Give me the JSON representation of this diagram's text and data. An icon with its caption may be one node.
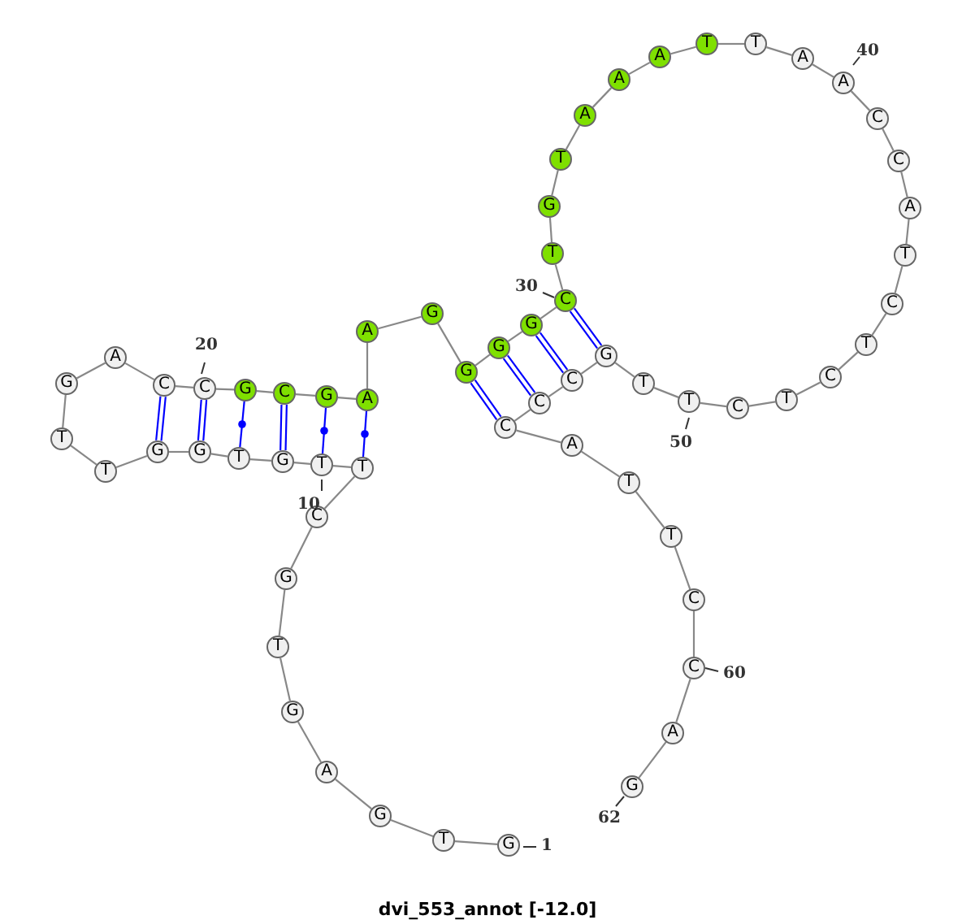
{
  "diagram": {
    "caption": "dvi_553_annot [-12.0]",
    "nodes": [
      {
        "text": [
          "G"
        ],
        "beside": [
          "1"
        ]
      },
      {
        "text": [
          "T"
        ]
      },
      {
        "text": [
          "G"
        ]
      },
      {
        "text": [
          "A"
        ]
      },
      {
        "text": [
          "G"
        ]
      },
      {
        "text": [
          "T"
        ]
      },
      {
        "text": [
          "G"
        ]
      },
      {
        "text": [
          "C"
        ]
      },
      {
        "text": [
          "T"
        ]
      },
      {
        "text": [
          "T"
        ]
      },
      {
        "text": [
          "G"
        ]
      },
      {
        "text": [
          "T"
        ]
      },
      {
        "text": [
          "G"
        ]
      },
      {
        "text": [
          "G"
        ]
      },
      {
        "text": [
          "T"
        ]
      },
      {
        "text": [
          "T"
        ]
      },
      {
        "text": [
          "G"
        ]
      },
      {
        "text": [
          "A"
        ]
      },
      {
        "text": [
          "C"
        ]
      },
      {
        "text": [
          "C"
        ],
        "beside": [
          "20"
        ]
      },
      {
        "text": [
          "G"
        ]
      },
      {
        "text": [
          "C"
        ]
      },
      {
        "text": [
          "G"
        ]
      },
      {
        "text": [
          "A"
        ]
      },
      {
        "text": [
          "A"
        ]
      },
      {
        "text": [
          "G"
        ]
      },
      {
        "text": [
          "G"
        ]
      },
      {
        "text": [
          "G"
        ]
      },
      {
        "text": [
          "G"
        ]
      },
      {
        "text": [
          "C"
        ],
        "beside": [
          "30"
        ]
      },
      {
        "text": [
          "T"
        ]
      },
      {
        "text": [
          "G"
        ]
      },
      {
        "text": [
          "T"
        ]
      },
      {
        "text": [
          "A"
        ]
      },
      {
        "text": [
          "A"
        ]
      },
      {
        "text": [
          "A"
        ]
      },
      {
        "text": [
          "T"
        ]
      },
      {
        "text": [
          "T"
        ]
      },
      {
        "text": [
          "A"
        ]
      },
      {
        "text": [
          "A"
        ],
        "beside": [
          "40"
        ]
      },
      {
        "text": [
          "C"
        ]
      },
      {
        "text": [
          "C"
        ]
      },
      {
        "text": [
          "A"
        ]
      },
      {
        "text": [
          "T"
        ]
      },
      {
        "text": [
          "C"
        ]
      },
      {
        "text": [
          "T"
        ]
      },
      {
        "text": [
          "C"
        ]
      },
      {
        "text": [
          "T"
        ]
      },
      {
        "text": [
          "C"
        ]
      },
      {
        "text": [
          "T"
        ],
        "beside": [
          "50"
        ]
      },
      {
        "text": [
          "T"
        ]
      },
      {
        "text": [
          "G"
        ]
      },
      {
        "text": [
          "C"
        ]
      },
      {
        "text": [
          "C"
        ]
      },
      {
        "text": [
          "C"
        ]
      },
      {
        "text": [
          "A"
        ]
      },
      {
        "text": [
          "T"
        ]
      },
      {
        "text": [
          "T"
        ]
      },
      {
        "text": [
          "C"
        ]
      },
      {
        "text": [
          "C"
        ],
        "beside": [
          "60"
        ]
      },
      {
        "text": [
          "A"
        ]
      },
      {
        "text": [
          "G"
        ],
        "beside": [
          "62"
        ]
      }
    ],
    "edges": [
      {
        "from": 0,
        "to": 1,
        "arrow": "none"
      },
      {
        "from": 1,
        "to": 2,
        "arrow": "none"
      },
      {
        "from": 2,
        "to": 3,
        "arrow": "none"
      },
      {
        "from": 3,
        "to": 4,
        "arrow": "none"
      },
      {
        "from": 4,
        "to": 5,
        "arrow": "none"
      },
      {
        "from": 5,
        "to": 6,
        "arrow": "none"
      },
      {
        "from": 6,
        "to": 7,
        "arrow": "none"
      },
      {
        "from": 7,
        "to": 8,
        "arrow": "none"
      },
      {
        "from": 8,
        "to": 9,
        "arrow": "none"
      },
      {
        "from": 9,
        "to": 10,
        "arrow": "none"
      },
      {
        "from": 10,
        "to": 11,
        "arrow": "none"
      },
      {
        "from": 11,
        "to": 12,
        "arrow": "none"
      },
      {
        "from": 12,
        "to": 13,
        "arrow": "none"
      },
      {
        "from": 13,
        "to": 14,
        "arrow": "none"
      },
      {
        "from": 14,
        "to": 15,
        "arrow": "none"
      },
      {
        "from": 15,
        "to": 16,
        "arrow": "none"
      },
      {
        "from": 16,
        "to": 17,
        "arrow": "none"
      },
      {
        "from": 17,
        "to": 18,
        "arrow": "none"
      },
      {
        "from": 18,
        "to": 19,
        "arrow": "none"
      },
      {
        "from": 19,
        "to": 20,
        "arrow": "none"
      },
      {
        "from": 20,
        "to": 21,
        "arrow": "none"
      },
      {
        "from": 21,
        "to": 22,
        "arrow": "none"
      },
      {
        "from": 22,
        "to": 23,
        "arrow": "none"
      },
      {
        "from": 23,
        "to": 24,
        "arrow": "none"
      },
      {
        "from": 24,
        "to": 25,
        "arrow": "none"
      },
      {
        "from": 25,
        "to": 26,
        "arrow": "none"
      },
      {
        "from": 26,
        "to": 27,
        "arrow": "none"
      },
      {
        "from": 27,
        "to": 28,
        "arrow": "none"
      },
      {
        "from": 28,
        "to": 29,
        "arrow": "none"
      },
      {
        "from": 29,
        "to": 30,
        "arrow": "none"
      },
      {
        "from": 30,
        "to": 31,
        "arrow": "none"
      },
      {
        "from": 31,
        "to": 32,
        "arrow": "none"
      },
      {
        "from": 32,
        "to": 33,
        "arrow": "none"
      },
      {
        "from": 33,
        "to": 34,
        "arrow": "none"
      },
      {
        "from": 34,
        "to": 35,
        "arrow": "none"
      },
      {
        "from": 35,
        "to": 36,
        "arrow": "none"
      },
      {
        "from": 36,
        "to": 37,
        "arrow": "none"
      },
      {
        "from": 37,
        "to": 38,
        "arrow": "none"
      },
      {
        "from": 38,
        "to": 39,
        "arrow": "none"
      },
      {
        "from": 39,
        "to": 40,
        "arrow": "none"
      },
      {
        "from": 40,
        "to": 41,
        "arrow": "none"
      },
      {
        "from": 41,
        "to": 42,
        "arrow": "none"
      },
      {
        "from": 42,
        "to": 43,
        "arrow": "none"
      },
      {
        "from": 43,
        "to": 44,
        "arrow": "none"
      },
      {
        "from": 44,
        "to": 45,
        "arrow": "none"
      },
      {
        "from": 45,
        "to": 46,
        "arrow": "none"
      },
      {
        "from": 46,
        "to": 47,
        "arrow": "none"
      },
      {
        "from": 47,
        "to": 48,
        "arrow": "none"
      },
      {
        "from": 48,
        "to": 49,
        "arrow": "none"
      },
      {
        "from": 49,
        "to": 50,
        "arrow": "none"
      },
      {
        "from": 50,
        "to": 51,
        "arrow": "none"
      },
      {
        "from": 51,
        "to": 52,
        "arrow": "none"
      },
      {
        "from": 52,
        "to": 53,
        "arrow": "none"
      },
      {
        "from": 53,
        "to": 54,
        "arrow": "none"
      },
      {
        "from": 54,
        "to": 55,
        "arrow": "none"
      },
      {
        "from": 55,
        "to": 56,
        "arrow": "none"
      },
      {
        "from": 56,
        "to": 57,
        "arrow": "none"
      },
      {
        "from": 57,
        "to": 58,
        "arrow": "none"
      },
      {
        "from": 58,
        "to": 59,
        "arrow": "none"
      },
      {
        "from": 59,
        "to": 60,
        "arrow": "none"
      },
      {
        "from": 60,
        "to": 61,
        "arrow": "none"
      },
      {
        "from": 18,
        "to": 13,
        "arrow": "none",
        "color": "#0000ff"
      },
      {
        "from": 19,
        "to": 12,
        "arrow": "none",
        "color": "#0000ff"
      },
      {
        "from": 20,
        "to": 11,
        "arrow": "none",
        "color": "#0000ff"
      },
      {
        "from": 21,
        "to": 10,
        "arrow": "none",
        "color": "#0000ff"
      },
      {
        "from": 22,
        "to": 9,
        "arrow": "none",
        "color": "#0000ff"
      },
      {
        "from": 23,
        "to": 8,
        "arrow": "none",
        "color": "#0000ff"
      },
      {
        "from": 26,
        "to": 54,
        "arrow": "none",
        "color": "#0000ff"
      },
      {
        "from": 27,
        "to": 53,
        "arrow": "none",
        "color": "#0000ff"
      },
      {
        "from": 28,
        "to": 52,
        "arrow": "none",
        "color": "#0000ff"
      },
      {
        "from": 29,
        "to": 51,
        "arrow": "none",
        "color": "#0000ff"
      }
    ],
    "labels": [
      "10"
    ]
  }
}
